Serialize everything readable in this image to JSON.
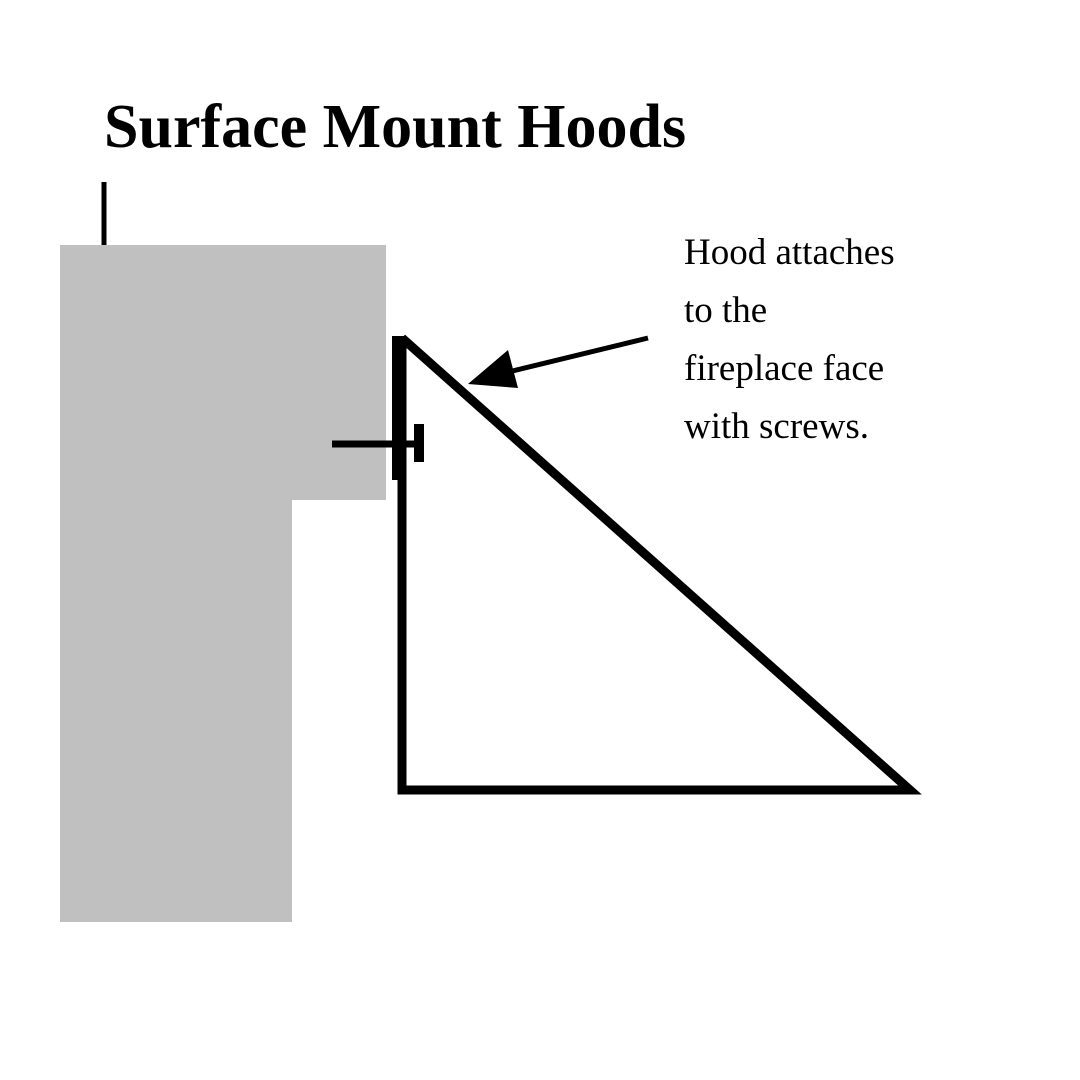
{
  "title": "Surface Mount Hoods",
  "annotation": {
    "lines": [
      "Hood attaches",
      "to the",
      "fireplace face",
      "with screws."
    ]
  },
  "colors": {
    "fireplace": "#c0c0c0",
    "ink": "#000000",
    "background": "#ffffff"
  }
}
